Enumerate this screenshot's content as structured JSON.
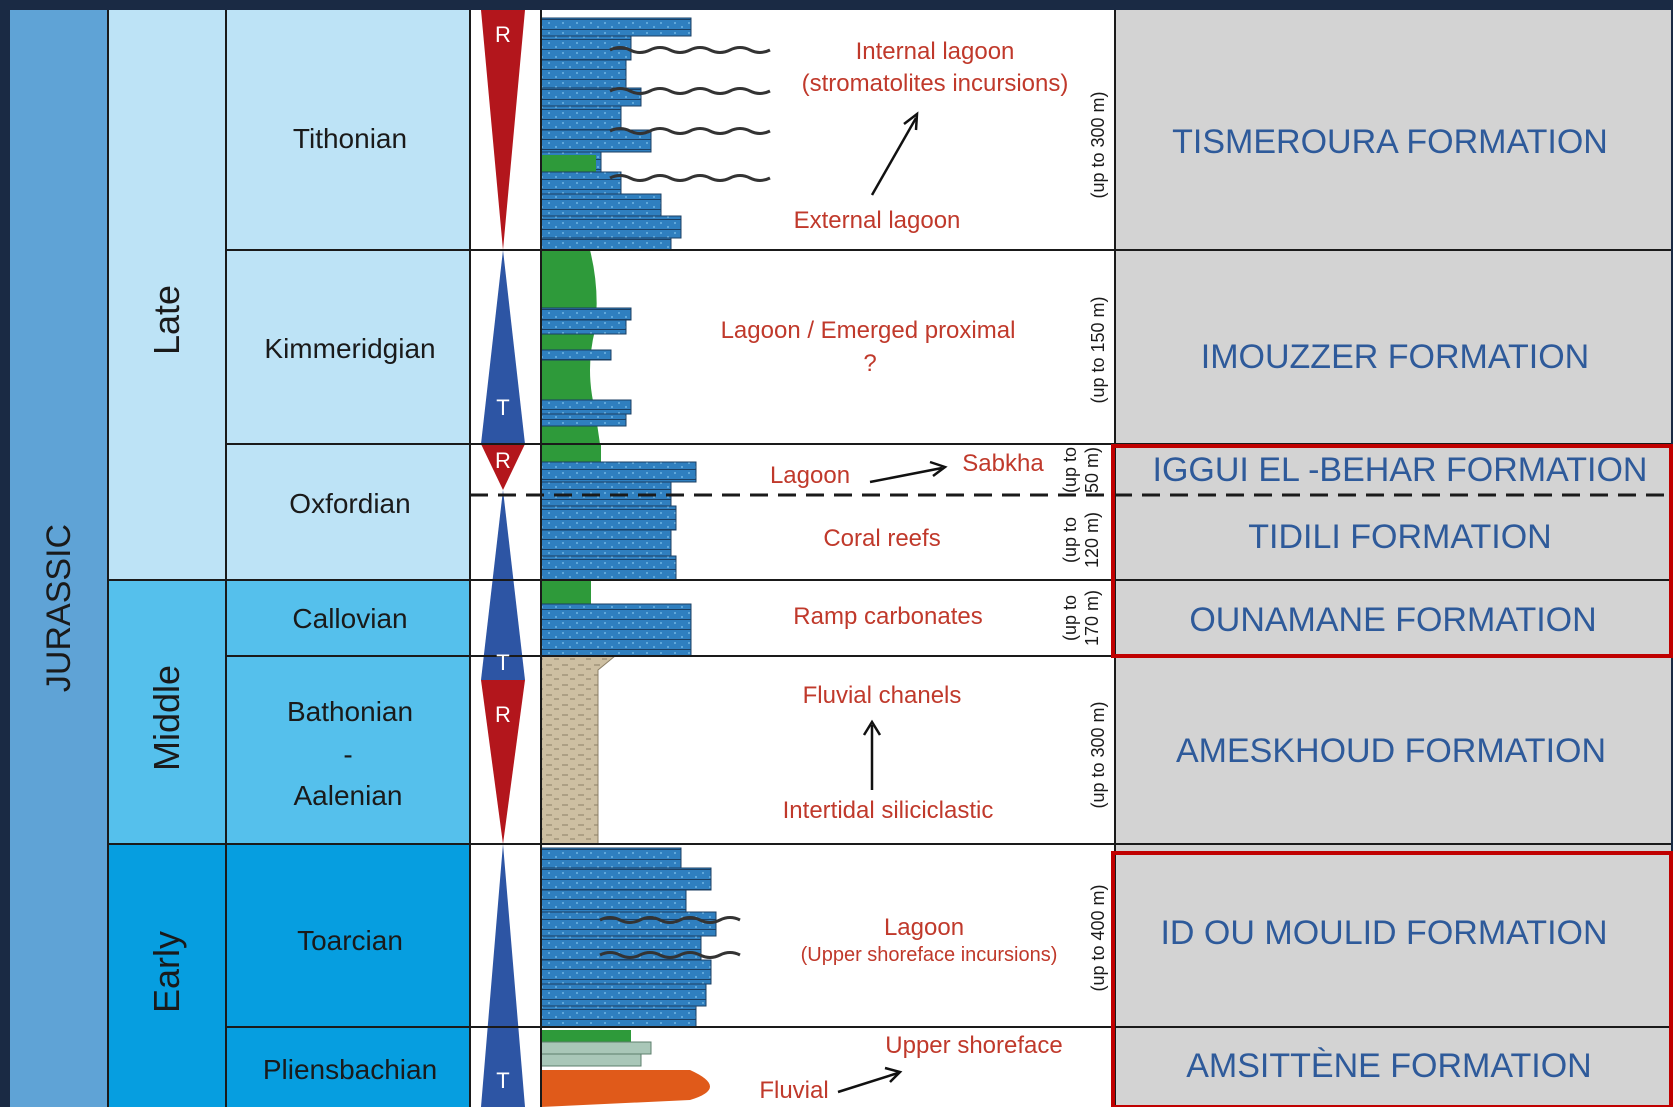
{
  "colors": {
    "background": "#1a2a44",
    "jurassic_column": "#5fa3d6",
    "late": "#bde3f6",
    "middle": "#55c0ec",
    "early": "#069ee0",
    "regressive": "#b3161c",
    "transgressive": "#2d55a4",
    "formation_panel": "#d3d3d3",
    "formation_text": "#2e5a9a",
    "environment_text": "#c0392b",
    "highlight_box": "#c00000",
    "carbonate": "#2f7fbf",
    "lagoonal_green": "#2e9a3a",
    "siliciclastic": "#cdbfa2",
    "fluvial": "#e05a1a"
  },
  "period": "JURASSIC",
  "epochs": [
    "Late",
    "Middle",
    "Early"
  ],
  "stages": [
    "Tithonian",
    "Kimmeridgian",
    "Oxfordian",
    "Callovian",
    "Bathonian",
    "-",
    "Aalenian",
    "Toarcian",
    "Pliensbachian"
  ],
  "cycle_labels": {
    "regressive": "R",
    "transgressive": "T"
  },
  "environments": {
    "tithonian_top": "Internal lagoon",
    "tithonian_top2": "(stromatolites incursions)",
    "tithonian_bottom": "External lagoon",
    "kimmeridgian": "Lagoon / Emerged proximal",
    "kimmeridgian_q": "?",
    "oxfordian_lagoon": "Lagoon",
    "oxfordian_sabkha": "Sabkha",
    "oxfordian_reefs": "Coral reefs",
    "callovian": "Ramp carbonates",
    "bathonian_top": "Fluvial chanels",
    "bathonian_bottom": "Intertidal siliciclastic",
    "toarcian": "Lagoon",
    "toarcian_sub": "(Upper shoreface incursions)",
    "pliens_top": "Upper shoreface",
    "pliens_bottom": "Fluvial"
  },
  "thickness": {
    "tithonian": "(up to 300 m)",
    "kimmeridgian": "(up to 150 m)",
    "igguielbehar_a": "(up to",
    "igguielbehar_b": "50 m)",
    "tidili_a": "(up to",
    "tidili_b": "120 m)",
    "ounamane_a": "(up to",
    "ounamane_b": "170 m)",
    "ameskhoud": "(up to 300 m)",
    "idoumoulid": "(up to 400 m)"
  },
  "formations": {
    "tismeroura": "TISMEROURA FORMATION",
    "imouzzer": "IMOUZZER FORMATION",
    "igguielbehar": "IGGUI EL  -BEHAR FORMATION",
    "tidili": "TIDILI FORMATION",
    "ounamane": "OUNAMANE FORMATION",
    "ameskhoud": "AMESKHOUD FORMATION",
    "idoumoulid": "ID OU MOULID FORMATION",
    "amsittene": "AMSITTÈNE FORMATION"
  }
}
